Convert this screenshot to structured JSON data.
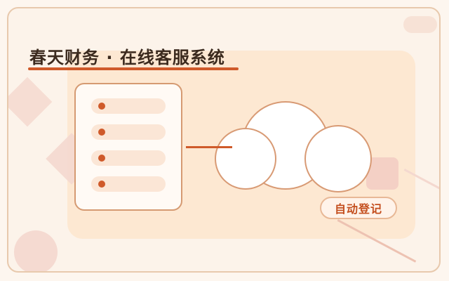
{
  "title": "春天财务 · 在线客服系统",
  "badge": {
    "label": "自动登记"
  },
  "list_card": {
    "rows": 4
  },
  "colors": {
    "accent": "#cf5a2a",
    "panel": "#fde8d2",
    "background": "#fcf3ea",
    "title_text": "#3b2a1e"
  },
  "icons": [
    "bullet-dot-icon",
    "cloud-icon"
  ]
}
